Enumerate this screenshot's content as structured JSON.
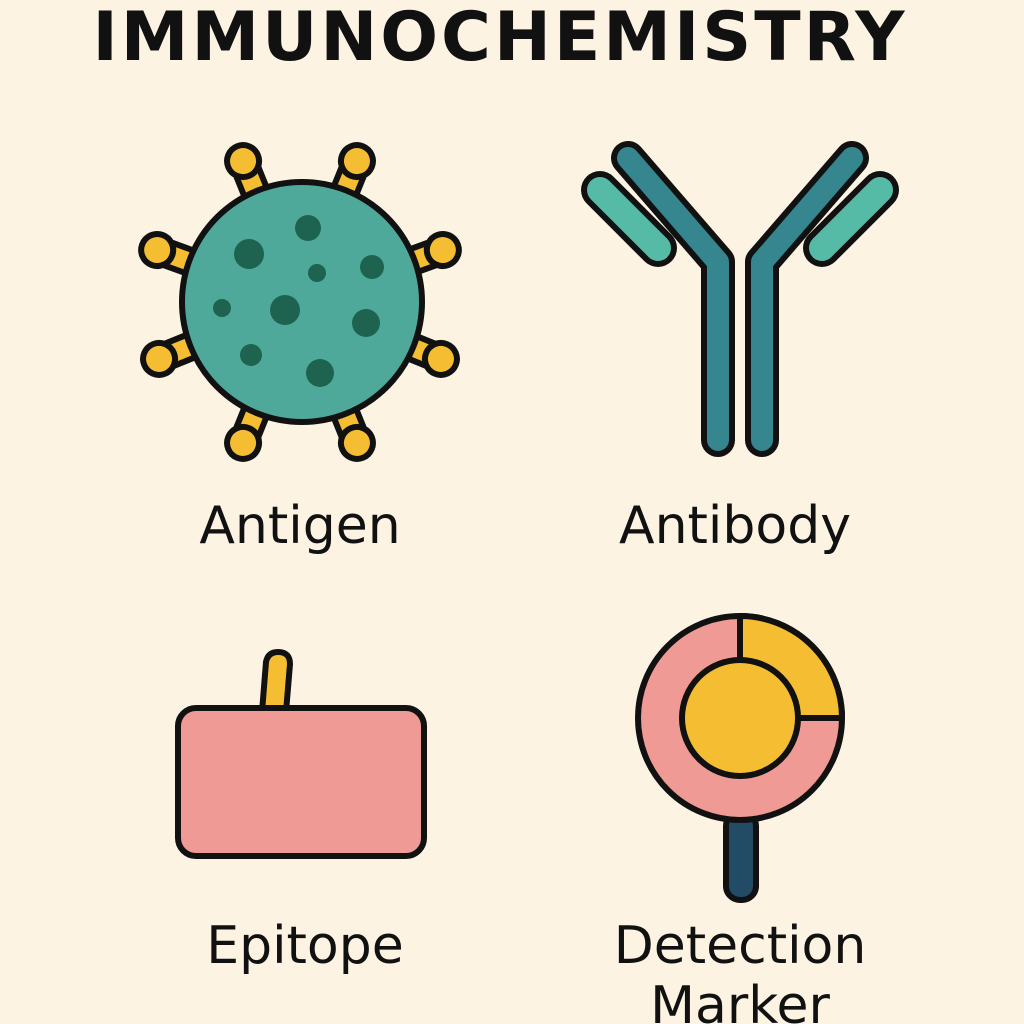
{
  "title": "IMMUNOCHEMISTRY",
  "items": [
    {
      "label": "Antigen"
    },
    {
      "label": "Antibody"
    },
    {
      "label": "Epitope"
    },
    {
      "label": "Detection Marker"
    }
  ],
  "colors": {
    "background": "#fcf3e3",
    "outline": "#111111",
    "antigen_body": "#4fa99a",
    "antigen_spots": "#1e6350",
    "spike_yellow": "#f5bd32",
    "antibody_heavy": "#35868e",
    "antibody_light": "#56bba6",
    "epitope_pink": "#ef9a94",
    "marker_handle": "#224c66"
  }
}
